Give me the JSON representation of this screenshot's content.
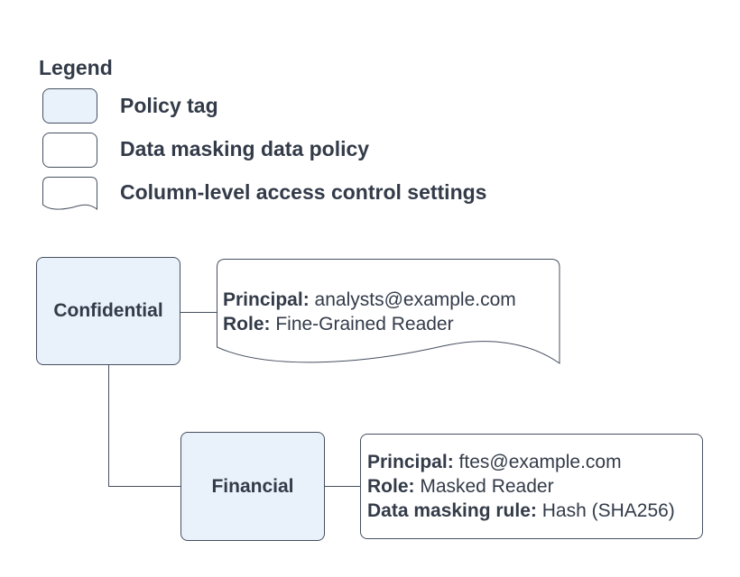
{
  "legend": {
    "title": "Legend",
    "items": [
      {
        "shape": "policy-tag",
        "label": "Policy tag"
      },
      {
        "shape": "data-masking-data-policy",
        "label": "Data masking data policy"
      },
      {
        "shape": "column-level-access-control-settings",
        "label": "Column-level access control settings"
      }
    ]
  },
  "diagram": {
    "nodes": {
      "confidential": {
        "label": "Confidential",
        "type": "policy-tag"
      },
      "financial": {
        "label": "Financial",
        "type": "policy-tag"
      }
    },
    "confidential_policy": {
      "shape": "column-level-access-control-settings",
      "lines": [
        {
          "label": "Principal:",
          "value": " analysts@example.com"
        },
        {
          "label": "Role:",
          "value": " Fine-Grained Reader"
        }
      ]
    },
    "financial_policy": {
      "shape": "data-masking-data-policy",
      "lines": [
        {
          "label": "Principal:",
          "value": " ftes@example.com"
        },
        {
          "label": "Role:",
          "value": " Masked Reader"
        },
        {
          "label": "Data masking rule:",
          "value": " Hash (SHA256)"
        }
      ]
    }
  },
  "colors": {
    "policy_tag_fill": "#e9f1fb",
    "shape_fill": "#ffffff",
    "stroke": "#46505f",
    "text": "#333b49",
    "background": "#ffffff"
  }
}
